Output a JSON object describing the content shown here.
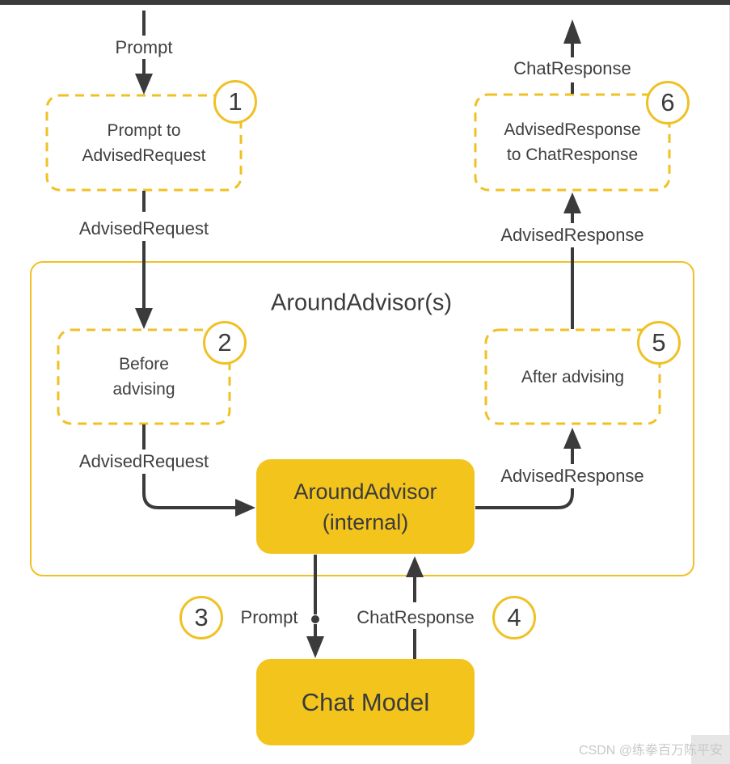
{
  "colors": {
    "accent_yellow": "#f3c41c",
    "border_yellow": "#f0c125",
    "line_dark": "#3b3b3b",
    "top_bar": "#3b3b3b",
    "watermark_gray": "#c8c8c8"
  },
  "diagram": {
    "container_title": "AroundAdvisor(s)",
    "nodes": {
      "step1": {
        "number": "1",
        "label_line1": "Prompt to",
        "label_line2": "AdvisedRequest"
      },
      "step2": {
        "number": "2",
        "label_line1": "Before",
        "label_line2": "advising"
      },
      "step5": {
        "number": "5",
        "label": "After advising"
      },
      "step6": {
        "number": "6",
        "label_line1": "AdvisedResponse",
        "label_line2": "to ChatResponse"
      },
      "step3": {
        "number": "3"
      },
      "step4": {
        "number": "4"
      },
      "internal": {
        "label_line1": "AroundAdvisor",
        "label_line2": "(internal)"
      },
      "chat_model": {
        "label": "Chat Model"
      }
    },
    "flow_labels": {
      "prompt_top": "Prompt",
      "advised_request_upper": "AdvisedRequest",
      "advised_request_lower": "AdvisedRequest",
      "advised_response_lower": "AdvisedResponse",
      "advised_response_upper": "AdvisedResponse",
      "chat_response_top": "ChatResponse",
      "prompt_bottom": "Prompt",
      "chat_response_bottom": "ChatResponse"
    }
  },
  "watermark": {
    "text": "CSDN @练拳百万陈平安"
  }
}
